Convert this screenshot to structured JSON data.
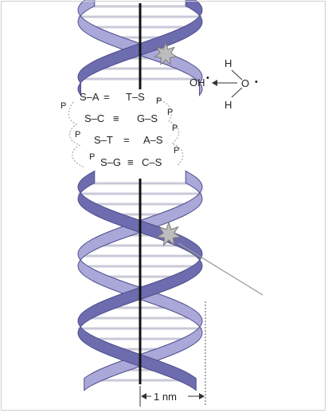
{
  "colors": {
    "strand_fill": "#a9a8d9",
    "strand_dark": "#6d6cae",
    "strand_stroke": "#4f4e8c",
    "rung": "#c9c9d8",
    "axis": "#111111",
    "radical": "#b8b8b8",
    "text": "#222222"
  },
  "icons": {
    "radical_damage": "star-burst-icon"
  },
  "water": {
    "h_top": "H",
    "o": "O",
    "h_bottom": "H",
    "radical_dot": "•"
  },
  "hydroxyl": {
    "label": "OH",
    "dot": "•"
  },
  "base_pairs": [
    {
      "left": "S–A",
      "bond": "=",
      "right": "T–S"
    },
    {
      "left": "S–C",
      "bond": "≡",
      "right": "G–S"
    },
    {
      "left": "S–T",
      "bond": "=",
      "right": "A–S"
    },
    {
      "left": "S–G",
      "bond": "≡",
      "right": "C–S"
    }
  ],
  "phosphate": "P",
  "scale_label": "1 nm"
}
